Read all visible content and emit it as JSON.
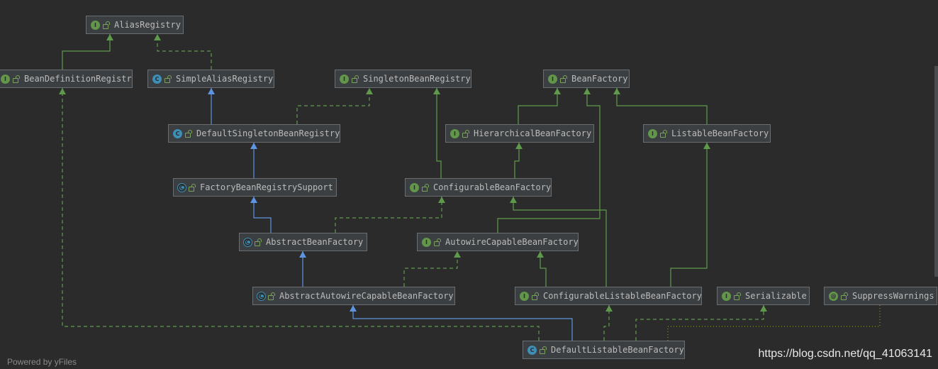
{
  "nodes": [
    {
      "id": "AliasRegistry",
      "label": "AliasRegistry",
      "kind": "interface",
      "icon": "I"
    },
    {
      "id": "BeanDefinitionRegistry",
      "label": "BeanDefinitionRegistry",
      "kind": "interface",
      "icon": "I"
    },
    {
      "id": "SimpleAliasRegistry",
      "label": "SimpleAliasRegistry",
      "kind": "class",
      "icon": "C"
    },
    {
      "id": "SingletonBeanRegistry",
      "label": "SingletonBeanRegistry",
      "kind": "interface",
      "icon": "I"
    },
    {
      "id": "BeanFactory",
      "label": "BeanFactory",
      "kind": "interface",
      "icon": "I"
    },
    {
      "id": "DefaultSingletonBeanRegistry",
      "label": "DefaultSingletonBeanRegistry",
      "kind": "class",
      "icon": "C"
    },
    {
      "id": "HierarchicalBeanFactory",
      "label": "HierarchicalBeanFactory",
      "kind": "interface",
      "icon": "I"
    },
    {
      "id": "ListableBeanFactory",
      "label": "ListableBeanFactory",
      "kind": "interface",
      "icon": "I"
    },
    {
      "id": "FactoryBeanRegistrySupport",
      "label": "FactoryBeanRegistrySupport",
      "kind": "abstract",
      "icon": "C"
    },
    {
      "id": "ConfigurableBeanFactory",
      "label": "ConfigurableBeanFactory",
      "kind": "interface",
      "icon": "I"
    },
    {
      "id": "AbstractBeanFactory",
      "label": "AbstractBeanFactory",
      "kind": "abstract",
      "icon": "C"
    },
    {
      "id": "AutowireCapableBeanFactory",
      "label": "AutowireCapableBeanFactory",
      "kind": "interface",
      "icon": "I"
    },
    {
      "id": "AbstractAutowireCapableBeanFactory",
      "label": "AbstractAutowireCapableBeanFactory",
      "kind": "abstract",
      "icon": "C"
    },
    {
      "id": "ConfigurableListableBeanFactory",
      "label": "ConfigurableListableBeanFactory",
      "kind": "interface",
      "icon": "I"
    },
    {
      "id": "Serializable",
      "label": "Serializable",
      "kind": "interface",
      "icon": "I"
    },
    {
      "id": "SuppressWarnings",
      "label": "SuppressWarnings",
      "kind": "annotation",
      "icon": "@"
    },
    {
      "id": "DefaultListableBeanFactory",
      "label": "DefaultListableBeanFactory",
      "kind": "class",
      "icon": "C"
    }
  ],
  "edges": [
    {
      "from": "BeanDefinitionRegistry",
      "to": "AliasRegistry",
      "type": "extends-interface"
    },
    {
      "from": "SimpleAliasRegistry",
      "to": "AliasRegistry",
      "type": "implements"
    },
    {
      "from": "DefaultSingletonBeanRegistry",
      "to": "SimpleAliasRegistry",
      "type": "extends-class"
    },
    {
      "from": "DefaultSingletonBeanRegistry",
      "to": "SingletonBeanRegistry",
      "type": "implements"
    },
    {
      "from": "FactoryBeanRegistrySupport",
      "to": "DefaultSingletonBeanRegistry",
      "type": "extends-class"
    },
    {
      "from": "AbstractBeanFactory",
      "to": "FactoryBeanRegistrySupport",
      "type": "extends-class"
    },
    {
      "from": "AbstractBeanFactory",
      "to": "ConfigurableBeanFactory",
      "type": "implements"
    },
    {
      "from": "AbstractAutowireCapableBeanFactory",
      "to": "AbstractBeanFactory",
      "type": "extends-class"
    },
    {
      "from": "AbstractAutowireCapableBeanFactory",
      "to": "AutowireCapableBeanFactory",
      "type": "implements"
    },
    {
      "from": "HierarchicalBeanFactory",
      "to": "BeanFactory",
      "type": "extends-interface"
    },
    {
      "from": "ListableBeanFactory",
      "to": "BeanFactory",
      "type": "extends-interface"
    },
    {
      "from": "AutowireCapableBeanFactory",
      "to": "BeanFactory",
      "type": "extends-interface"
    },
    {
      "from": "ConfigurableBeanFactory",
      "to": "HierarchicalBeanFactory",
      "type": "extends-interface"
    },
    {
      "from": "ConfigurableBeanFactory",
      "to": "SingletonBeanRegistry",
      "type": "extends-interface"
    },
    {
      "from": "ConfigurableListableBeanFactory",
      "to": "ListableBeanFactory",
      "type": "extends-interface"
    },
    {
      "from": "ConfigurableListableBeanFactory",
      "to": "AutowireCapableBeanFactory",
      "type": "extends-interface"
    },
    {
      "from": "ConfigurableListableBeanFactory",
      "to": "ConfigurableBeanFactory",
      "type": "extends-interface"
    },
    {
      "from": "DefaultListableBeanFactory",
      "to": "AbstractAutowireCapableBeanFactory",
      "type": "extends-class"
    },
    {
      "from": "DefaultListableBeanFactory",
      "to": "ConfigurableListableBeanFactory",
      "type": "implements"
    },
    {
      "from": "DefaultListableBeanFactory",
      "to": "BeanDefinitionRegistry",
      "type": "implements"
    },
    {
      "from": "DefaultListableBeanFactory",
      "to": "Serializable",
      "type": "implements"
    },
    {
      "from": "DefaultListableBeanFactory",
      "to": "SuppressWarnings",
      "type": "annotated"
    }
  ],
  "colors": {
    "background": "#2b2b2b",
    "node_fill": "#3c3f41",
    "node_border": "#6a6e70",
    "class_extends": "#5f95e0",
    "interface_extends": "#5f9a4c",
    "annotation_link": "#8a8c3a"
  },
  "footer": "Powered by yFiles",
  "watermark": "https://blog.csdn.net/qq_41063141"
}
